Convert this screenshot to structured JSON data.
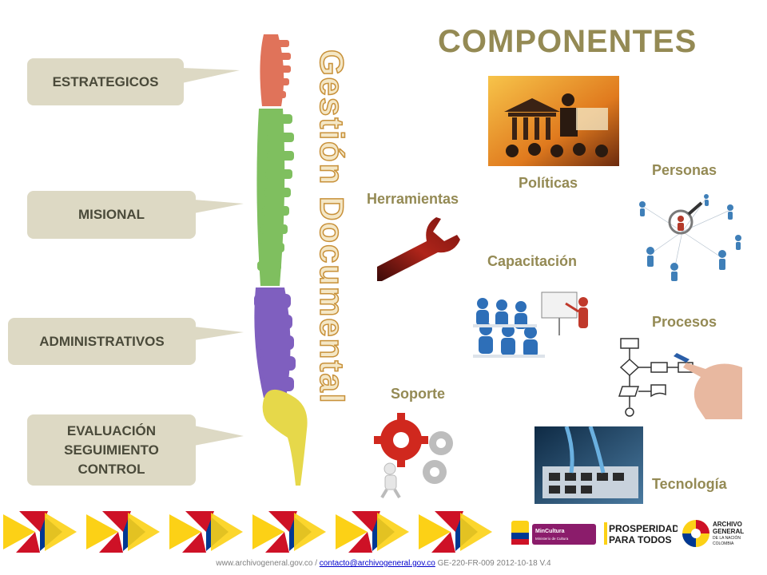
{
  "title": "COMPONENTES",
  "vertical_title": "Gestión Documental",
  "callouts": {
    "estrategicos": "ESTRATEGICOS",
    "misional": "MISIONAL",
    "administrativos": "ADMINISTRATIVOS",
    "evaluacion": "EVALUACIÓN\nSEGUIMIENTO\nCONTROL"
  },
  "components": {
    "politicas": "Políticas",
    "personas": "Personas",
    "herramientas": "Herramientas",
    "capacitacion": "Capacitación",
    "procesos": "Procesos",
    "soporte": "Soporte",
    "tecnologia": "Tecnología"
  },
  "footer": {
    "site": "www.archivogeneral.gov.co",
    "separator": "/",
    "email": "contacto@archivogeneral.gov.co",
    "code": "GE-220-FR-009  2012-10-18  V.4"
  },
  "logos": {
    "mincultura": "MinCultura",
    "mincultura_sub": "Ministerio de Cultura",
    "prosperidad_1": "PROSPERIDAD",
    "prosperidad_2": "PARA TODOS",
    "archivo_1": "ARCHIVO",
    "archivo_2": "GENERAL",
    "archivo_3": "DE LA NACIÓN",
    "archivo_4": "COLOMBIA"
  },
  "colors": {
    "callout_bg": "#ddd9c4",
    "title": "#948a54",
    "spine_strategic": "#e0735a",
    "spine_misional": "#7fbf5f",
    "spine_admin": "#7f5fbf",
    "spine_control": "#e6d84a"
  }
}
